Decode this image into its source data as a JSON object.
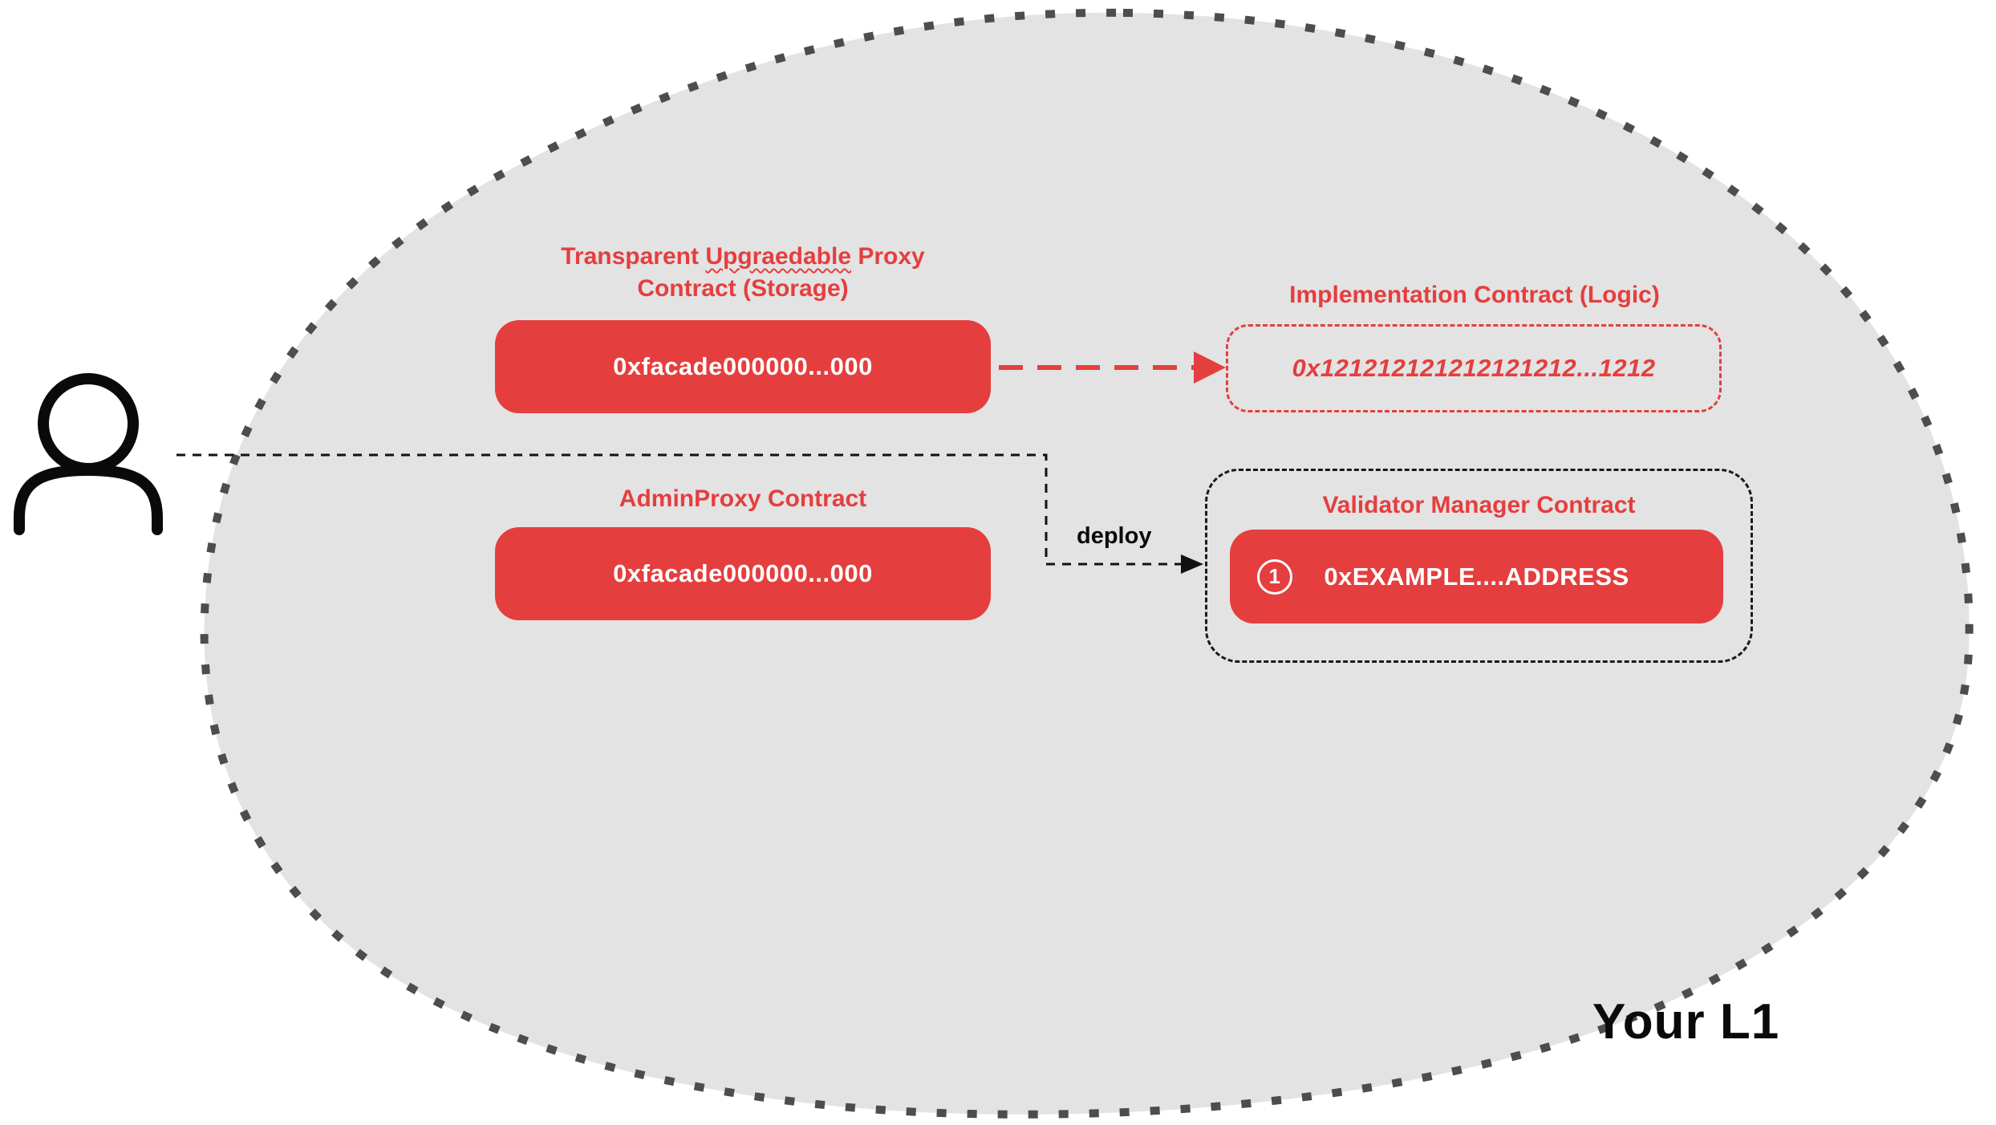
{
  "region": {
    "label": "Your L1"
  },
  "deploy": {
    "label": "deploy"
  },
  "transparent_proxy": {
    "title_a": "Transparent ",
    "title_b": "Upgraedable",
    "title_c": " Proxy",
    "title_line2": "Contract (Storage)",
    "address": "0xfacade000000...000"
  },
  "implementation": {
    "title": "Implementation Contract (Logic)",
    "address": "0x121212121212121212...1212"
  },
  "admin_proxy": {
    "title": "AdminProxy  Contract",
    "address": "0xfacade000000...000"
  },
  "validator_manager": {
    "title": "Validator Manager Contract",
    "badge": "1",
    "address": "0xEXAMPLE....ADDRESS"
  },
  "colors": {
    "red": "#e53e3e",
    "blob_fill": "#e3e3e3",
    "border_dots": "#4d4d4d"
  }
}
